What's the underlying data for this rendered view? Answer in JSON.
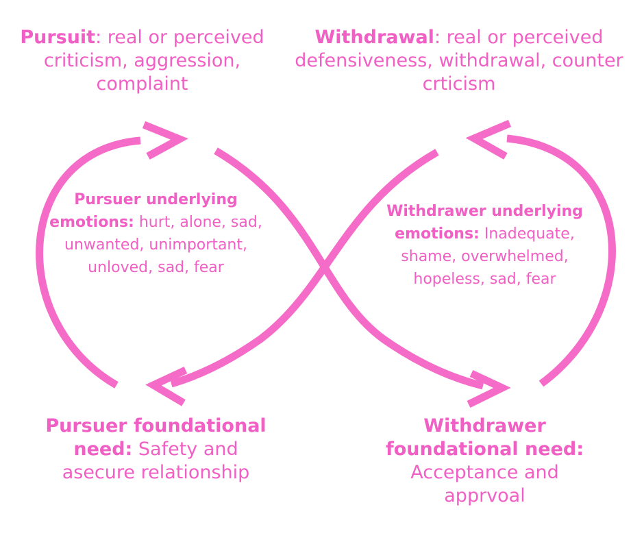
{
  "colors": {
    "accent": "#f46cc8",
    "text": "#f060c4"
  },
  "top_left": {
    "bold": "Pursuit",
    "rest": ": real or perceived criticism, aggression, complaint"
  },
  "top_right": {
    "bold": "Withdrawal",
    "rest": ": real or perceived defensiveness, withdrawal, counter crticism"
  },
  "middle_left": {
    "bold": "Pursuer underlying emotions:",
    "rest": " hurt, alone, sad, unwanted, unimportant, unloved, sad, fear"
  },
  "middle_right": {
    "bold": "Withdrawer underlying emotions:",
    "rest": " Inadequate, shame, overwhelmed, hopeless, sad, fear"
  },
  "bottom_left": {
    "bold": "Pursuer foundational need:",
    "rest": " Safety and asecure relationship"
  },
  "bottom_right": {
    "bold": "Withdrawer foundational need:",
    "rest": " Acceptance and apprvoal"
  }
}
